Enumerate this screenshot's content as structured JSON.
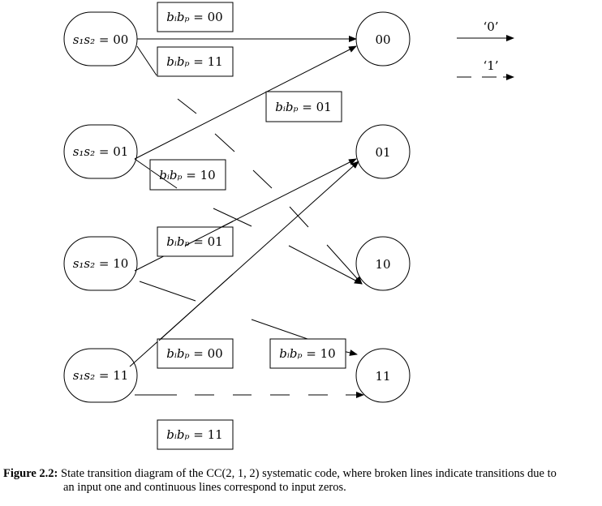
{
  "left_states": [
    "00",
    "01",
    "10",
    "11"
  ],
  "right_states": [
    "00",
    "01",
    "10",
    "11"
  ],
  "left_label_prefix": "s₁s₂ = ",
  "box_prefix": "bᵢbₚ = ",
  "boxes": [
    {
      "value": "00"
    },
    {
      "value": "11"
    },
    {
      "value": "01"
    },
    {
      "value": "10"
    },
    {
      "value": "01"
    },
    {
      "value": "00"
    },
    {
      "value": "10"
    },
    {
      "value": "11"
    }
  ],
  "legend": {
    "zero_label": "‘0’",
    "one_label": "‘1’"
  },
  "caption": {
    "label": "Figure 2.2:",
    "line1": "State transition diagram of the CC(2, 1, 2) systematic code, where broken lines indicate transitions due to",
    "line2": "an input one and continuous lines correspond to input zeros."
  }
}
